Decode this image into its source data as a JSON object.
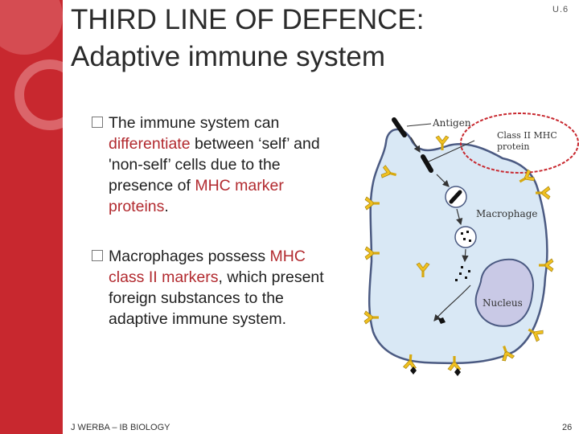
{
  "slide": {
    "title_line1": "THIRD LINE OF DEFENCE:",
    "title_line2": "Adaptive immune system",
    "unit_code": "U.6",
    "footer": "J WERBA – IB BIOLOGY",
    "page_number": "26"
  },
  "bullets": [
    {
      "parts": [
        "The immune system can ",
        "differentiate",
        " between ‘self’ and 'non-self’ cells due to the presence of ",
        "MHC marker proteins",
        "."
      ]
    },
    {
      "parts": [
        "Macrophages possess ",
        "MHC class II markers",
        ", which present foreign substances to the adaptive immune system."
      ]
    }
  ],
  "diagram": {
    "labels": {
      "antigen": "Antigen",
      "mhc_line1": "Class II MHC",
      "mhc_line2": "protein",
      "macrophage": "Macrophage",
      "nucleus": "Nucleus"
    }
  },
  "colors": {
    "sidebar": "#c8282f",
    "highlight": "#b22a2f",
    "cell_fill": "#d9e8f5",
    "cell_outline": "#4b5a82",
    "nucleus_fill": "#c9c9e6",
    "marker": "#f0c020",
    "callout_outline": "#c8282f"
  }
}
